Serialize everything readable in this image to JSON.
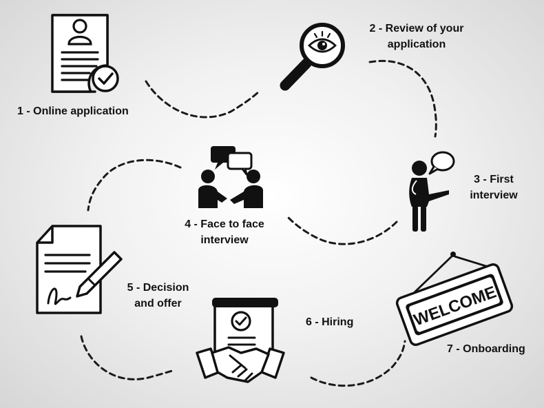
{
  "steps": [
    {
      "id": "step-1",
      "label_lines": [
        "1 - Online application"
      ],
      "icon": "resume-check-icon"
    },
    {
      "id": "step-2",
      "label_lines": [
        "2 - Review of your",
        "application"
      ],
      "icon": "magnifier-eye-icon"
    },
    {
      "id": "step-3",
      "label_lines": [
        "3 - First",
        "interview"
      ],
      "icon": "person-speaking-icon"
    },
    {
      "id": "step-4",
      "label_lines": [
        "4 - Face to face",
        "interview"
      ],
      "icon": "two-people-conversation-icon"
    },
    {
      "id": "step-5",
      "label_lines": [
        "5 - Decision",
        "and offer"
      ],
      "icon": "signed-document-icon"
    },
    {
      "id": "step-6",
      "label_lines": [
        "6 - Hiring"
      ],
      "icon": "handshake-contract-icon"
    },
    {
      "id": "step-7",
      "label_lines": [
        "7 - Onboarding"
      ],
      "icon": "welcome-sign-icon"
    }
  ],
  "welcome_sign_text": "WELCOME",
  "colors": {
    "ink": "#111111",
    "line": "#1a1a1a"
  }
}
